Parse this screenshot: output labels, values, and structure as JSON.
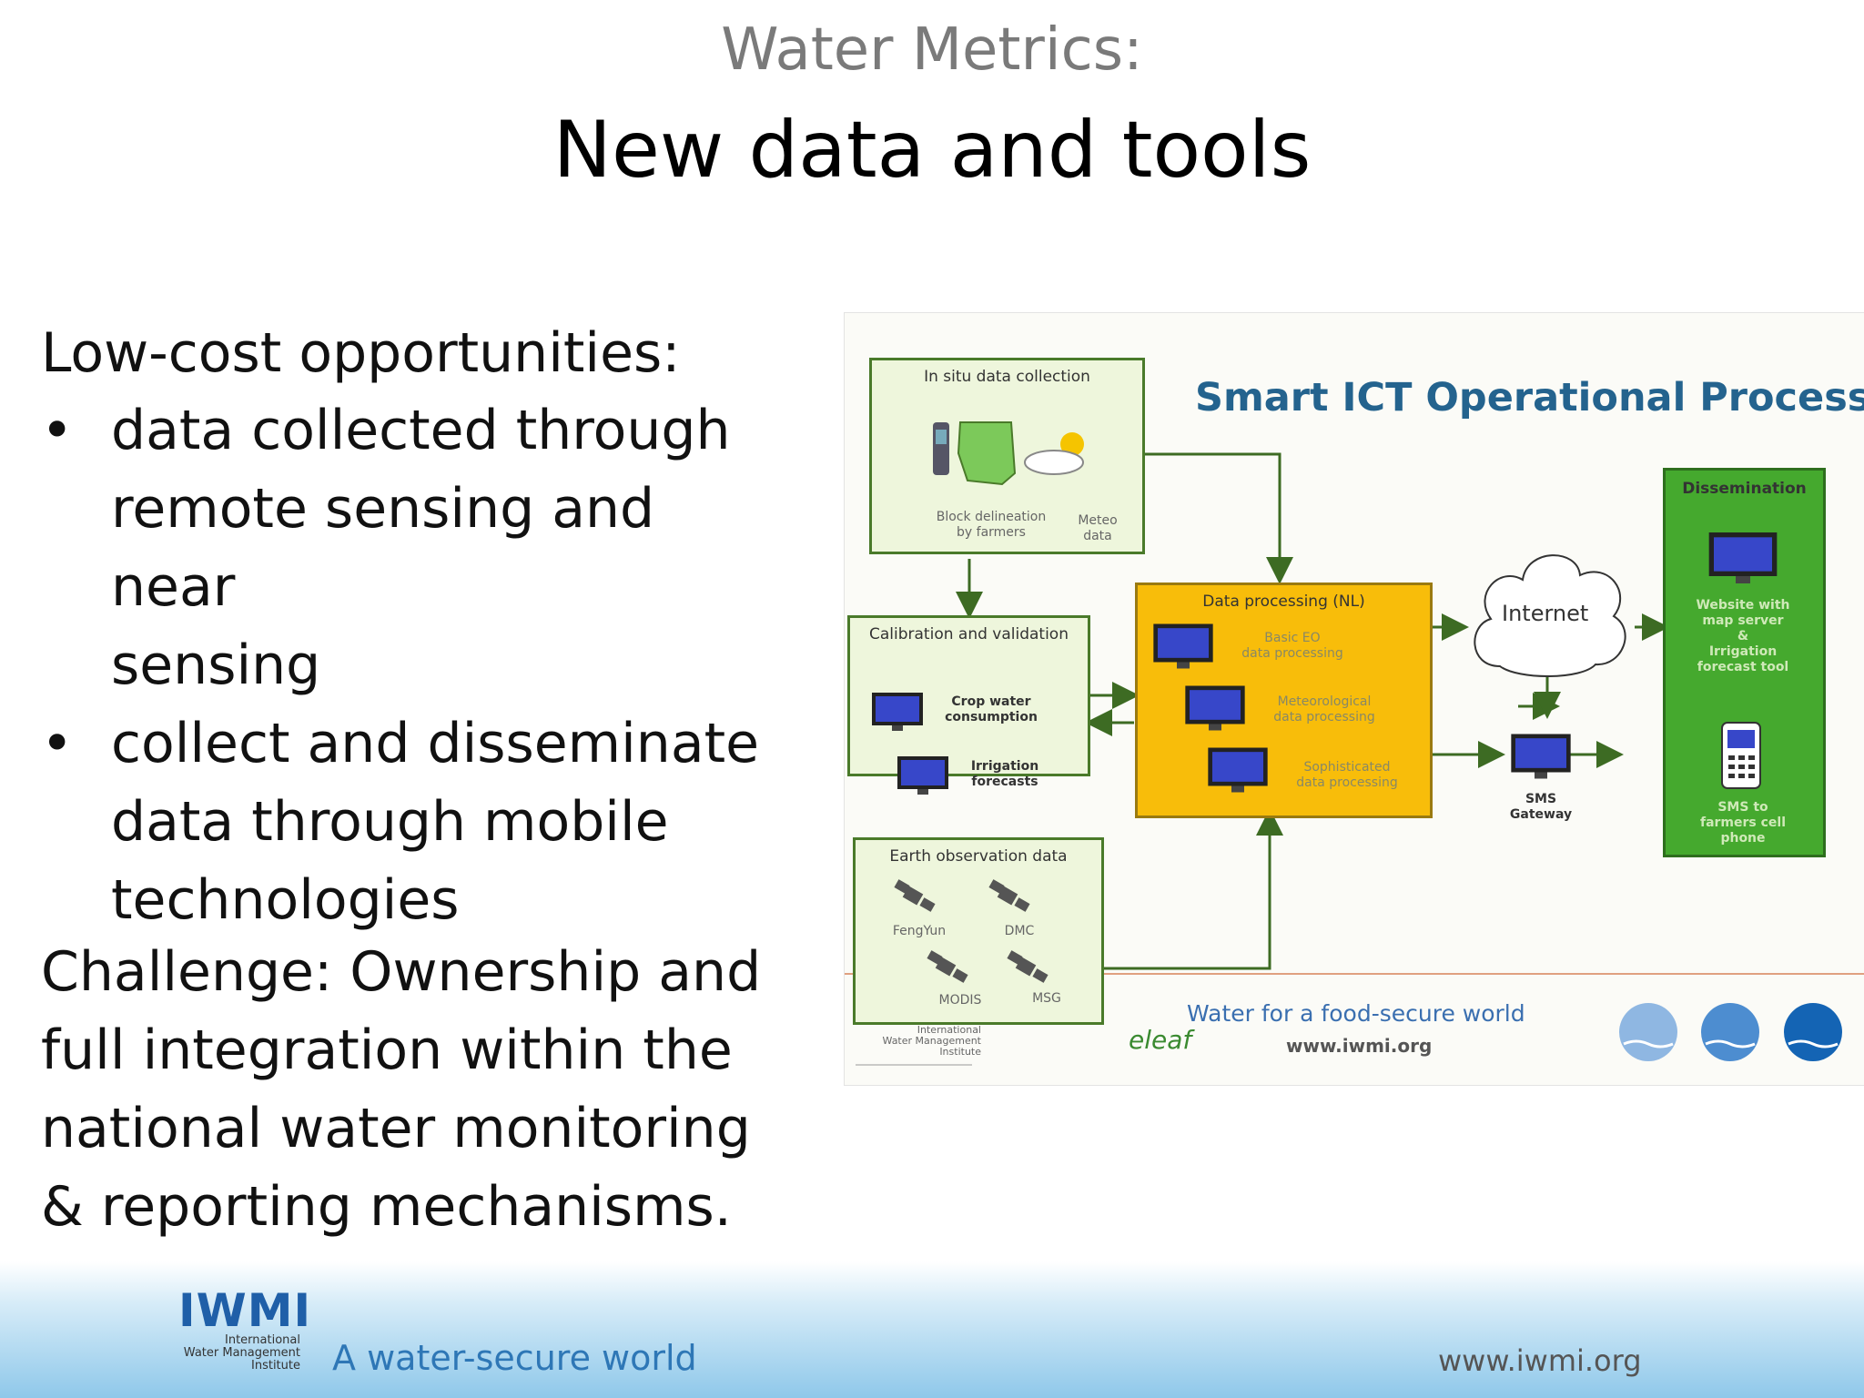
{
  "header": {
    "subtitle": "Water Metrics:",
    "title": "New data and tools"
  },
  "left": {
    "low_cost_heading": "Low-cost opportunities:",
    "bullets": [
      {
        "lines": [
          "data collected through",
          "remote sensing and near",
          "sensing"
        ]
      },
      {
        "lines": [
          "collect and disseminate",
          "data through mobile",
          "technologies"
        ]
      }
    ],
    "bullet_glyph": "•",
    "challenge_lines": [
      "Challenge: Ownership and",
      "full integration within the",
      "national water monitoring",
      "& reporting mechanisms."
    ]
  },
  "diagram": {
    "title": "Smart ICT Operational Process",
    "insitu": {
      "title": "In situ data collection",
      "block_label_1": "Block delineation",
      "block_label_2": "by farmers",
      "meteo_1": "Meteo",
      "meteo_2": "data"
    },
    "calibration": {
      "title": "Calibration and validation",
      "item1_a": "Crop water",
      "item1_b": "consumption",
      "item2_a": "Irrigation",
      "item2_b": "forecasts"
    },
    "processing": {
      "title": "Data processing (NL)",
      "item1_a": "Basic EO",
      "item1_b": "data processing",
      "item2_a": "Meteorological",
      "item2_b": "data processing",
      "item3_a": "Sophisticated",
      "item3_b": "data processing"
    },
    "internet": "Internet",
    "sms_gateway_a": "SMS",
    "sms_gateway_b": "Gateway",
    "dissemination": {
      "title": "Dissemination",
      "web_1": "Website with",
      "web_2": "map server",
      "web_3": "&",
      "web_4": "Irrigation",
      "web_5": "forecast tool",
      "sms_1": "SMS to",
      "sms_2": "farmers cell",
      "sms_3": "phone"
    },
    "eo": {
      "title": "Earth observation data",
      "sat1": "FengYun",
      "sat2": "DMC",
      "sat3": "MODIS",
      "sat4": "MSG"
    },
    "footer_tagline": "Water for a food-secure world",
    "footer_url": "www.iwmi.org",
    "mini_logo_1": "International",
    "mini_logo_2": "Water Management",
    "mini_logo_3": "Institute",
    "eleaf": "eleaf"
  },
  "footer": {
    "logo_text": "IWMI",
    "logo_sub_1": "International",
    "logo_sub_2": "Water Management",
    "logo_sub_3": "Institute",
    "tagline": "A water-secure world",
    "url": "www.iwmi.org"
  },
  "colors": {
    "accent_blue": "#2e77b6",
    "box_green": "#45a92e",
    "box_yellow": "#f8bd0a",
    "ict_title": "#24638e"
  }
}
